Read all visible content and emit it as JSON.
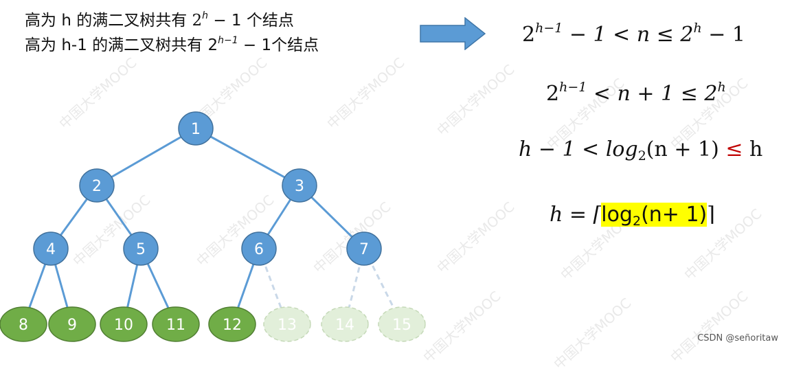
{
  "text": {
    "line1_prefix": "高为 ",
    "line1_var": "h",
    "line1_mid": " 的满二叉树共有 ",
    "line1_base": "2",
    "line1_exp": "h",
    "line1_tail": " − 1 个结点",
    "line2_prefix": "高为 ",
    "line2_var": "h-1",
    "line2_mid": " 的满二叉树共有 ",
    "line2_base": "2",
    "line2_exp": "h−1",
    "line2_tail": " − 1个结点"
  },
  "formulas": {
    "f1_base": "2",
    "f1_exp": "h−1",
    "f1_rest": " − 1 < n ≤ 2",
    "f1_exp2": "h",
    "f1_tail": " − 1",
    "f2_base": "2",
    "f2_exp": "h−1",
    "f2_rest": " < n + 1 ≤ 2",
    "f2_exp2": "h",
    "f3_left": "h − 1 < log",
    "f3_sub": "2",
    "f3_mid": "(n + 1) ",
    "f3_leq": "≤",
    "f3_right": " h",
    "f4_left": "h = ⌈",
    "f4_hl_pre": "log",
    "f4_hl_sub": "2",
    "f4_hl_post": "(n+ 1)",
    "f4_right": "⌉"
  },
  "watermark": "中国大学MOOC",
  "credit": "CSDN @señoritaw",
  "colors": {
    "node_blue": "#5b9bd5",
    "node_green": "#70ad47",
    "node_faded": "#e2efda",
    "edge": "#5b9bd5",
    "arrow": "#5b9bd5",
    "highlight": "#ffff00",
    "red": "#c00000"
  },
  "tree": {
    "nodes": [
      {
        "label": "1",
        "type": "blue"
      },
      {
        "label": "2",
        "type": "blue"
      },
      {
        "label": "3",
        "type": "blue"
      },
      {
        "label": "4",
        "type": "blue"
      },
      {
        "label": "5",
        "type": "blue"
      },
      {
        "label": "6",
        "type": "blue"
      },
      {
        "label": "7",
        "type": "blue"
      },
      {
        "label": "8",
        "type": "green"
      },
      {
        "label": "9",
        "type": "green"
      },
      {
        "label": "10",
        "type": "green"
      },
      {
        "label": "11",
        "type": "green"
      },
      {
        "label": "12",
        "type": "green"
      },
      {
        "label": "13",
        "type": "faded"
      },
      {
        "label": "14",
        "type": "faded"
      },
      {
        "label": "15",
        "type": "faded"
      }
    ],
    "edges": [
      {
        "from": "1",
        "to": "2",
        "style": "solid"
      },
      {
        "from": "1",
        "to": "3",
        "style": "solid"
      },
      {
        "from": "2",
        "to": "4",
        "style": "solid"
      },
      {
        "from": "2",
        "to": "5",
        "style": "solid"
      },
      {
        "from": "3",
        "to": "6",
        "style": "solid"
      },
      {
        "from": "3",
        "to": "7",
        "style": "solid"
      },
      {
        "from": "4",
        "to": "8",
        "style": "solid"
      },
      {
        "from": "4",
        "to": "9",
        "style": "solid"
      },
      {
        "from": "5",
        "to": "10",
        "style": "solid"
      },
      {
        "from": "5",
        "to": "11",
        "style": "solid"
      },
      {
        "from": "6",
        "to": "12",
        "style": "solid"
      },
      {
        "from": "6",
        "to": "13",
        "style": "dashed"
      },
      {
        "from": "7",
        "to": "14",
        "style": "dashed"
      },
      {
        "from": "7",
        "to": "15",
        "style": "dashed"
      }
    ]
  }
}
